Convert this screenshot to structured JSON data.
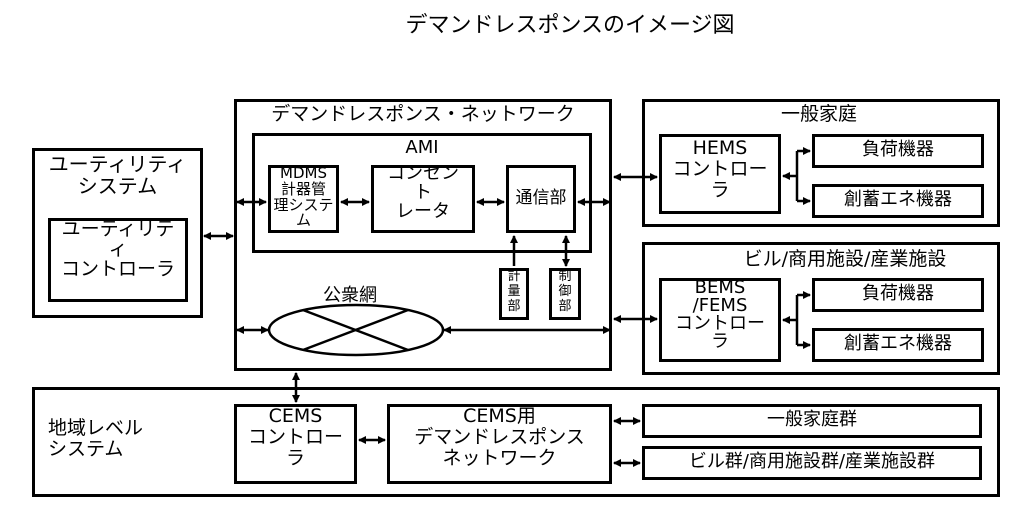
{
  "title": "デマンドレスポンスのイメージ図",
  "utility": {
    "label": "ユーティリティ\nシステム",
    "controller": "ユーティリテ\nィ\nコントローラ"
  },
  "dr_network": {
    "label": "デマンドレスポンス・ネットワーク",
    "ami": {
      "label": "AMI",
      "mdms": "MDMS\n計器管\n理システム",
      "concentrator": "コンセン\nト\nレータ",
      "comm": "通信部",
      "metering": "計\n量\n部",
      "control": "制\n御\n部"
    },
    "public_network": "公衆網"
  },
  "home": {
    "label": "一般家庭",
    "controller": "HEMS\nコントロー\nラ",
    "load": "負荷機器",
    "gen": "創蓄エネ機器"
  },
  "building": {
    "label": "ビル/商用施設/産業施設",
    "controller": "BEMS\n/FEMS\nコントロー\nラ",
    "load": "負荷機器",
    "gen": "創蓄エネ機器"
  },
  "regional": {
    "label": "地域レベル\nシステム",
    "cems_controller": "CEMS\nコントロー\nラ",
    "cems_network": "CEMS用\nデマンドレスポンス\nネットワーク",
    "homes_group": "一般家庭群",
    "buildings_group": "ビル群/商用施設群/産業施設群"
  }
}
